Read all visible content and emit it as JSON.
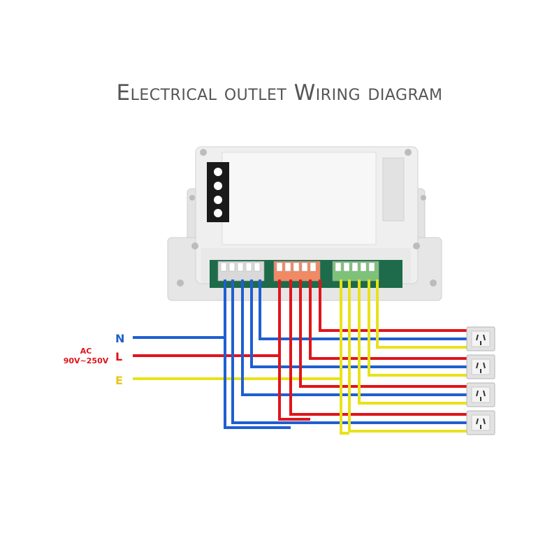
{
  "title": "Electrical outlet Wiring diagram",
  "supply": {
    "ac_label": "AC",
    "voltage": "90V~250V",
    "lines": [
      {
        "label": "N",
        "color": "#1f5fd0"
      },
      {
        "label": "L",
        "color": "#e0141b"
      },
      {
        "label": "E",
        "color": "#e8e21a"
      }
    ]
  },
  "terminal_blocks": [
    {
      "name": "input",
      "color": "#d9d9d9"
    },
    {
      "name": "relay-1-2",
      "color": "#f08a64"
    },
    {
      "name": "relay-3-4",
      "color": "#7ec27a"
    }
  ],
  "outlets": [
    {
      "icon": "socket-icon"
    },
    {
      "icon": "socket-icon"
    },
    {
      "icon": "socket-icon"
    },
    {
      "icon": "socket-icon"
    }
  ],
  "colors": {
    "neutral": "#1f5fd0",
    "live": "#e0141b",
    "earth": "#e8e21a",
    "enclosure": "#ececec",
    "title": "#555555"
  }
}
